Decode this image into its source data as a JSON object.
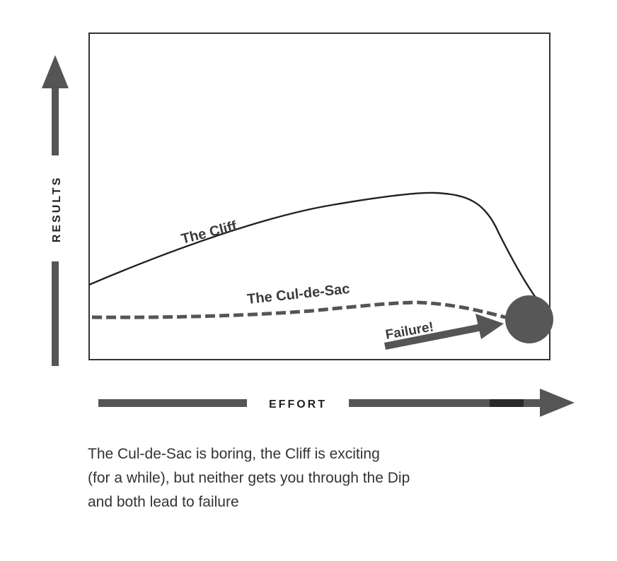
{
  "diagram": {
    "y_axis_label": "RESULTS",
    "x_axis_label": "EFFORT",
    "curves": [
      {
        "name": "The Cliff",
        "style": "solid",
        "color": "#222222"
      },
      {
        "name": "The Cul-de-Sac",
        "style": "dashed",
        "color": "#555555"
      }
    ],
    "failure_label": "Failure!",
    "colors": {
      "arrow": "#555555",
      "failure_dot": "#575757",
      "frame": "#333333"
    }
  },
  "caption": {
    "lines": [
      "The Cul-de-Sac is boring, the Cliff is exciting",
      "(for a while), but neither gets you through the Dip",
      "and both lead to failure"
    ]
  }
}
